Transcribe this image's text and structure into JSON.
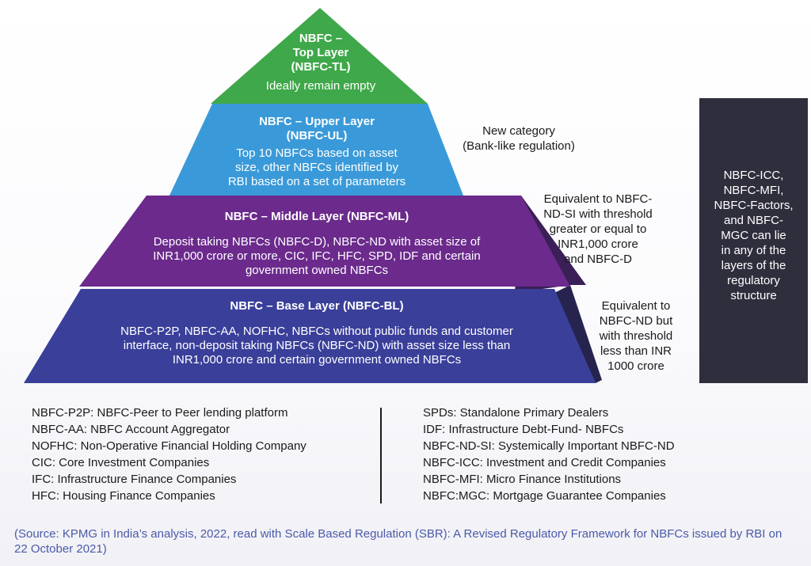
{
  "layers": [
    {
      "title_lines": [
        "NBFC –",
        "Top Layer",
        "(NBFC-TL)"
      ],
      "description": "Ideally remain empty",
      "color": "#3fa84a"
    },
    {
      "title_lines": [
        "NBFC – Upper Layer",
        "(NBFC-UL)"
      ],
      "description_lines": [
        "Top 10 NBFCs based on asset",
        "size, other NBFCs identified by",
        "RBI based on a set of parameters"
      ],
      "color": "#3a9ad9"
    },
    {
      "title": "NBFC – Middle Layer (NBFC-ML)",
      "description_lines": [
        "Deposit taking NBFCs (NBFC-D), NBFC-ND with asset size of",
        "INR1,000 crore or more, CIC, IFC, HFC, SPD, IDF and certain",
        "government owned NBFCs"
      ],
      "color": "#6b2a8c"
    },
    {
      "title": "NBFC – Base Layer (NBFC-BL)",
      "description_lines": [
        "NBFC-P2P, NBFC-AA, NOFHC, NBFCs without public funds and customer",
        "interface, non-deposit taking NBFCs (NBFC-ND) with asset size less than",
        "INR1,000 crore and certain government owned NBFCs"
      ],
      "color": "#3a3f9a"
    }
  ],
  "side_notes": {
    "upper": "New category\n(Bank-like regulation)",
    "middle": "Equivalent to NBFC-\nND-SI with threshold\ngreater or equal to\nINR1,000 crore\nand NBFC-D",
    "base": "Equivalent to\nNBFC-ND but\nwith threshold\nless than INR\n1000 crore"
  },
  "dark_box_text": "NBFC-ICC,\nNBFC-MFI,\nNBFC-Factors,\nand NBFC-\nMGC can lie\nin any of the\nlayers of the\nregulatory\nstructure",
  "abbreviations_left": [
    "NBFC-P2P: NBFC-Peer to Peer lending platform",
    "NBFC-AA: NBFC Account Aggregator",
    "NOFHC: Non-Operative Financial Holding Company",
    "CIC: Core Investment Companies",
    "IFC: Infrastructure Finance Companies",
    "HFC: Housing Finance Companies"
  ],
  "abbreviations_right": [
    "SPDs: Standalone Primary Dealers",
    "IDF: Infrastructure Debt-Fund- NBFCs",
    "NBFC-ND-SI: Systemically Important NBFC-ND",
    "NBFC-ICC: Investment and Credit Companies",
    "NBFC-MFI: Micro Finance Institutions",
    "NBFC:MGC: Mortgage Guarantee Companies"
  ],
  "source_note": "(Source: KPMG in India’s analysis, 2022, read with Scale Based Regulation (SBR): A Revised Regulatory Framework for NBFCs issued by RBI on 22 October 2021)"
}
